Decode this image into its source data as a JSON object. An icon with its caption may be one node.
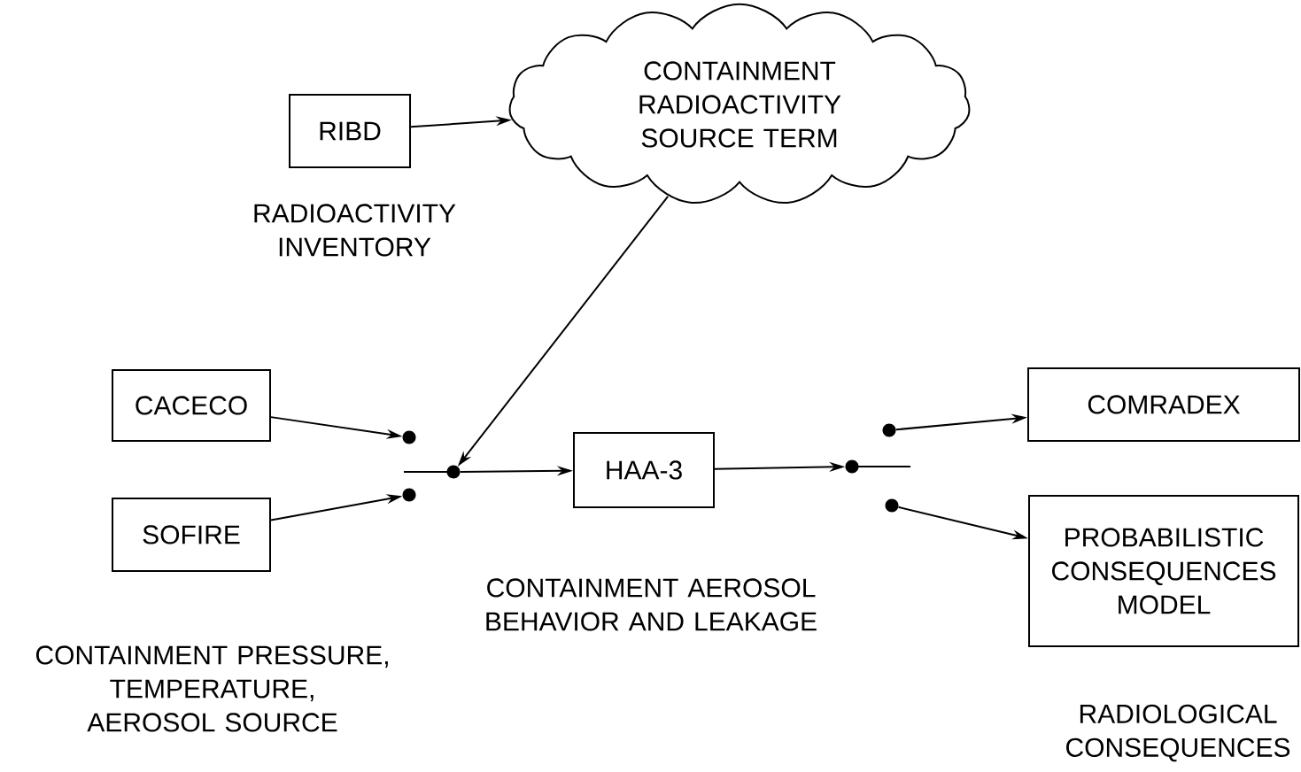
{
  "diagram": {
    "nodes": [
      {
        "text": [
          "CONTAINMENT RADIOACTIVITY SOURCE TERM"
        ]
      },
      {
        "text": [
          "RIBD"
        ],
        "beside": [
          "RADIOACTIVITY INVENTORY"
        ]
      },
      {
        "text": [
          "CACECO"
        ]
      },
      {
        "text": [
          "SOFIRE"
        ]
      },
      {
        "text": [],
        "shape": "circle"
      },
      {
        "text": [],
        "shape": "circle"
      },
      {
        "text": [],
        "shape": "circle"
      },
      {
        "text": [
          "HAA-3"
        ],
        "beside": [
          "CONTAINMENT AEROSOL BEHAVIOR AND LEAKAGE"
        ]
      },
      {
        "text": [],
        "shape": "circle"
      },
      {
        "text": [],
        "shape": "circle"
      },
      {
        "text": [],
        "shape": "circle"
      },
      {
        "text": [
          "COMRADEX"
        ]
      },
      {
        "text": [
          "PROBABILISTIC CONSEQUENCES MODEL"
        ]
      }
    ],
    "edges": [
      {
        "from": 1,
        "to": 0,
        "arrow": "to"
      },
      {
        "from": 0,
        "to": 6,
        "arrow": "to"
      },
      {
        "from": 2,
        "to": 4,
        "arrow": "to"
      },
      {
        "from": 3,
        "to": 5,
        "arrow": "to"
      },
      {
        "from": 6,
        "to": 7,
        "arrow": "to"
      },
      {
        "from": 7,
        "to": 8,
        "arrow": "to"
      },
      {
        "from": 9,
        "to": 11,
        "arrow": "to"
      },
      {
        "from": 10,
        "to": 12,
        "arrow": "to"
      }
    ],
    "labels": [
      "CONTAINMENT PRESSURE, TEMPERATURE, AEROSOL SOURCE",
      "RADIOLOGICAL CONSEQUENCES"
    ]
  }
}
